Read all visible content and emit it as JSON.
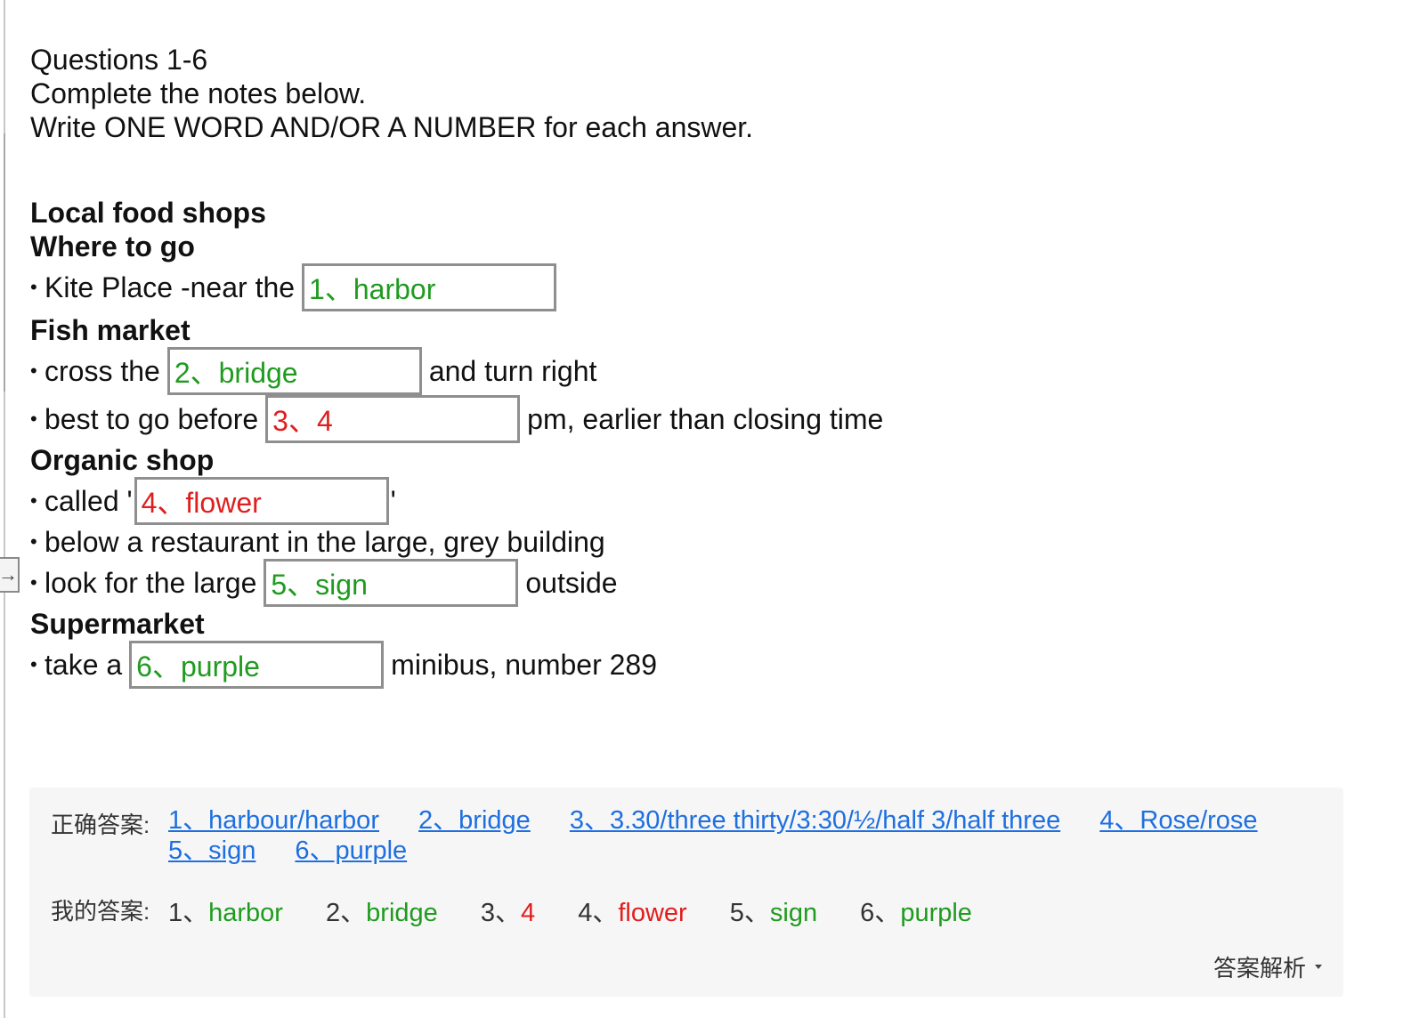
{
  "instructions": {
    "line1": "Questions 1-6",
    "line2": "Complete the notes below.",
    "line3": "Write ONE WORD AND/OR A NUMBER for each answer."
  },
  "notes": {
    "title": "Local food shops",
    "section1": {
      "heading": "Where to go",
      "line1_pre": "Kite Place -near the",
      "answer1": "1、harbor"
    },
    "section2": {
      "heading": "Fish market",
      "line1_pre": "cross the",
      "answer2": "2、bridge",
      "line1_post": "and turn right",
      "line2_pre": "best to go before",
      "answer3": "3、4",
      "line2_post": "pm, earlier than closing time"
    },
    "section3": {
      "heading": "Organic shop",
      "line1_pre": "called '",
      "answer4": "4、flower",
      "line1_post": "'",
      "line2": "below a restaurant in the large, grey building",
      "line3_pre": "look for the large",
      "answer5": "5、sign",
      "line3_post": "outside"
    },
    "section4": {
      "heading": "Supermarket",
      "line1_pre": "take a",
      "answer6": "6、purple",
      "line1_post": "minibus, number 289"
    },
    "bullet": "•"
  },
  "answer_panel": {
    "correct_label": "正确答案:",
    "correct_answers": [
      "1、harbour/harbor",
      "2、bridge",
      "3、3.30/three thirty/3:30/½/half 3/half three",
      "4、Rose/rose",
      "5、sign",
      "6、purple"
    ],
    "my_label": "我的答案:",
    "my_answers": [
      {
        "num": "1、",
        "value": "harbor",
        "status": "correct"
      },
      {
        "num": "2、",
        "value": "bridge",
        "status": "correct"
      },
      {
        "num": "3、",
        "value": "4",
        "status": "wrong"
      },
      {
        "num": "4、",
        "value": "flower",
        "status": "wrong"
      },
      {
        "num": "5、",
        "value": "sign",
        "status": "correct"
      },
      {
        "num": "6、",
        "value": "purple",
        "status": "correct"
      }
    ],
    "analysis_toggle": "答案解析"
  },
  "side_tab_icon": "→",
  "colors": {
    "correct": "#1f9b1f",
    "wrong": "#e11e1e",
    "link": "#1e6fe0",
    "box_border": "#8f8f8f",
    "panel_bg": "#f6f6f6"
  }
}
